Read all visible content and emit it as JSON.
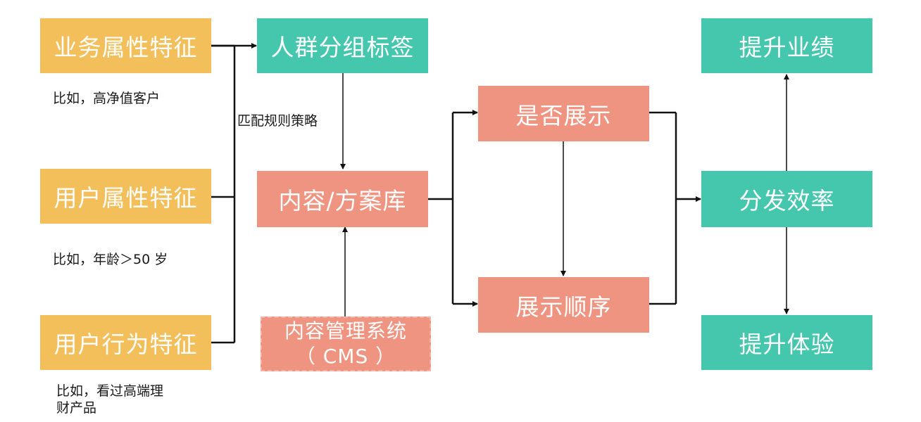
{
  "boxes": {
    "business_attr": "业务属性特征",
    "user_attr": "用户属性特征",
    "user_behavior": "用户行为特征",
    "crowd_tags": "人群分组标签",
    "content_lib": "内容/方案库",
    "cms_line1": "内容管理系统",
    "cms_line2": "（ CMS ）",
    "show_or_not": "是否展示",
    "show_order": "展示顺序",
    "improve_perf": "提升业绩",
    "dist_eff": "分发效率",
    "improve_exp": "提升体验"
  },
  "notes": {
    "business_example": "比如，高净值客户",
    "user_attr_example": "比如，年龄＞50 岁",
    "behavior_line1": "比如，看过高端理",
    "behavior_line2": "财产品"
  },
  "edge_labels": {
    "match_rules": "匹配规则策略"
  },
  "colors": {
    "yellow": "#f2bf5a",
    "green": "#45c7ae",
    "salmon": "#ef9480",
    "line": "#111111"
  }
}
